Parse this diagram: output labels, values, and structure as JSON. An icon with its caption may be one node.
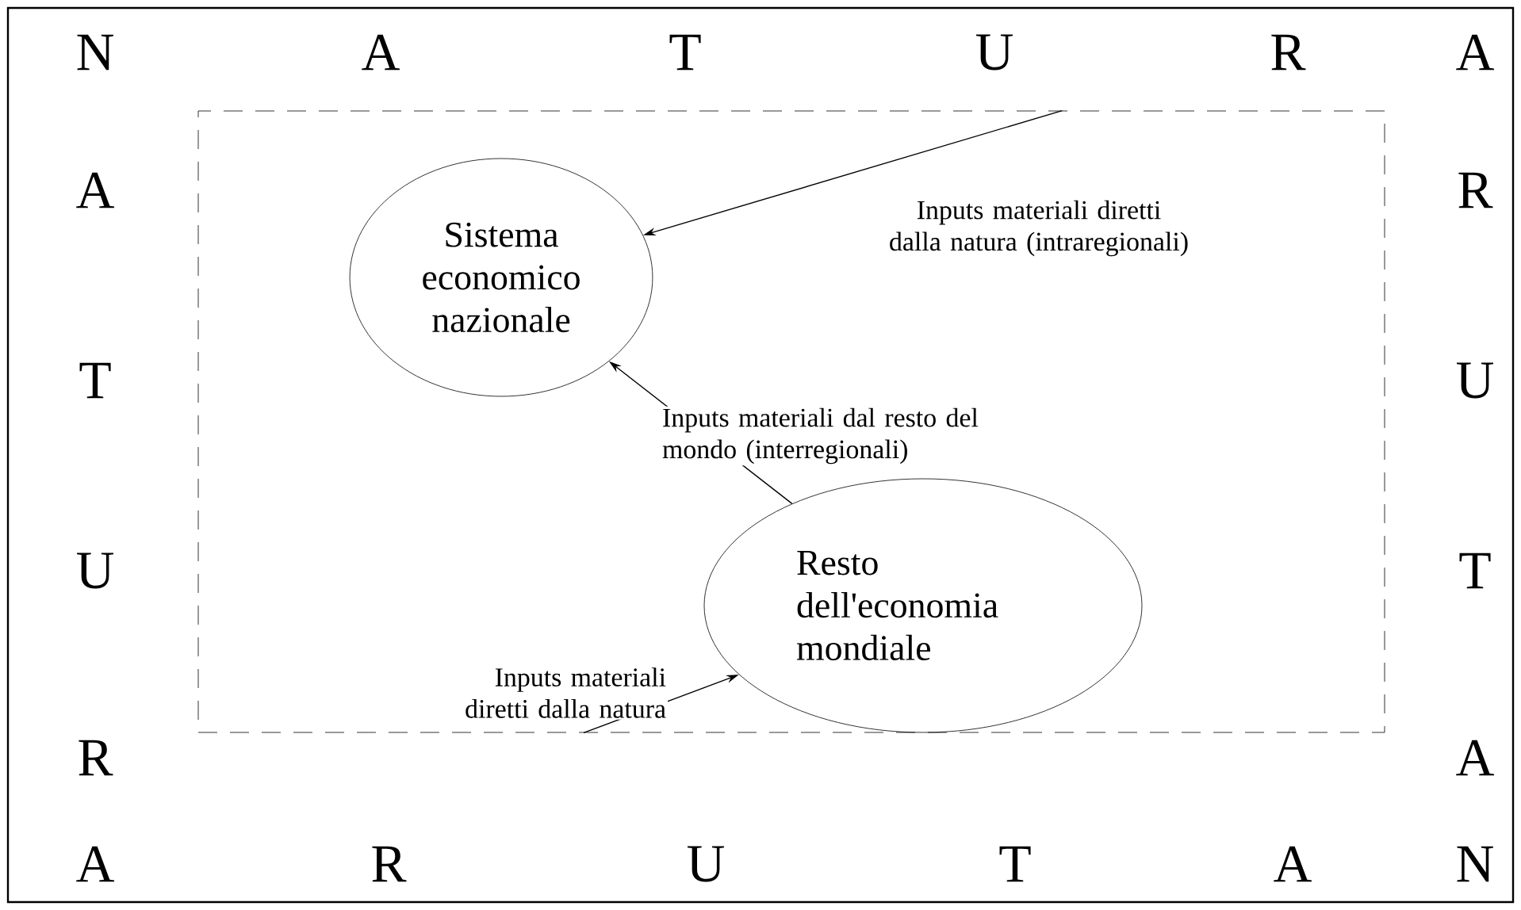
{
  "diagram": {
    "nodes": [
      {
        "text": [],
        "shape": "box"
      },
      {
        "text": [
          "Sistema economico nazionale"
        ],
        "in": 0
      },
      {
        "text": [
          "Resto dell'economia mondiale"
        ],
        "in": 0
      }
    ],
    "edges": [
      {
        "from": 0,
        "to": 1,
        "arrow": "to",
        "label": "Inputs materiali diretti dalla natura (intraregionali)"
      },
      {
        "from": 2,
        "to": 1,
        "arrow": "to",
        "label": "Inputs materiali dal resto del mondo (interregionali)"
      },
      {
        "from": 0,
        "to": 2,
        "arrow": "to",
        "label": "Inputs materiali diretti dalla natura"
      }
    ],
    "labels": [
      "N",
      "A",
      "T",
      "U",
      "R",
      "A",
      "A",
      "R",
      "T",
      "U",
      "U",
      "T",
      "R",
      "A",
      "A",
      "R",
      "U",
      "T",
      "A",
      "N"
    ]
  }
}
